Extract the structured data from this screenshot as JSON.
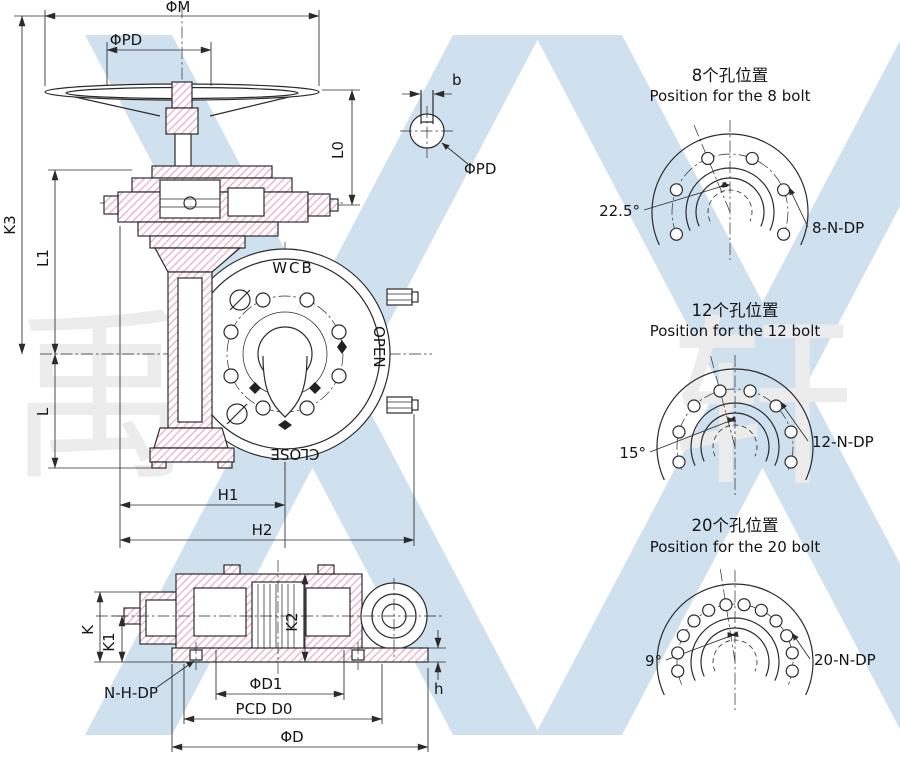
{
  "colors": {
    "line": "#2b2b2b",
    "hatch_pink": "#ee9fb6",
    "watermark_blue": "#cfe0ef",
    "watermark_gray": "#ececec"
  },
  "watermark": {
    "left_char": "禹",
    "right_char": "轩"
  },
  "front_view": {
    "dim_phi_m": "ΦM",
    "dim_phi_pd": "ΦPD",
    "dim_l0": "L0",
    "dim_k3": "K3",
    "dim_l1": "L1",
    "dim_l": "L",
    "dim_h1": "H1",
    "dim_h2": "H2",
    "body_material": "WCB",
    "label_open": "OPEN",
    "label_close": "CLOSE"
  },
  "key_detail": {
    "dim_b": "b",
    "dim_phi_pd": "ΦPD"
  },
  "section_view": {
    "dim_k": "K",
    "dim_k1": "K1",
    "dim_k2": "K2",
    "dim_h": "h",
    "dim_n_h_dp": "N-H-DP",
    "dim_phi_d1": "ΦD1",
    "dim_pcd_d0": "PCD D0",
    "dim_phi_d": "ΦD"
  },
  "bolt_diagrams": [
    {
      "title_cn": "8个孔位置",
      "title_en": "Position for the 8 bolt",
      "angle_label": "22.5°",
      "callout": "8-N-DP",
      "holes": 8,
      "offset_deg": 22.5
    },
    {
      "title_cn": "12个孔位置",
      "title_en": "Position for the 12 bolt",
      "angle_label": "15°",
      "callout": "12-N-DP",
      "holes": 12,
      "offset_deg": 15
    },
    {
      "title_cn": "20个孔位置",
      "title_en": "Position for the 20 bolt",
      "angle_label": "9°",
      "callout": "20-N-DP",
      "holes": 20,
      "offset_deg": 9
    }
  ]
}
